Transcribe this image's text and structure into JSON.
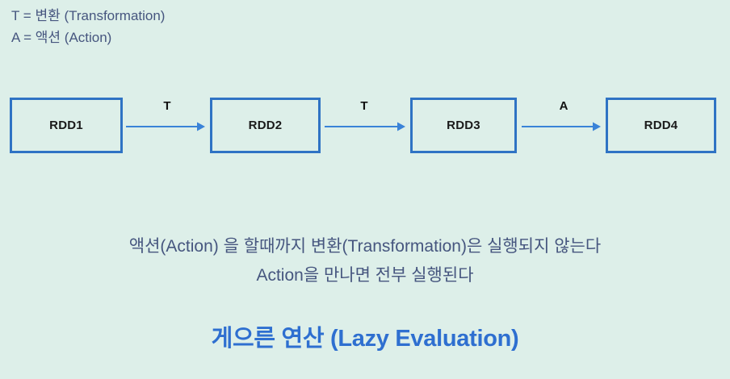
{
  "page": {
    "background_color": "#ddefe9",
    "text_color": "#46567f",
    "box_border_color": "#2f73c4",
    "arrow_color": "#3a83d8",
    "title_color": "#2e6fd0",
    "box_label_color": "#1a1a1a"
  },
  "legend": {
    "lines": [
      "T = 변환 (Transformation)",
      "A = 액션 (Action)"
    ]
  },
  "diagram": {
    "nodes": [
      {
        "label": "RDD1"
      },
      {
        "label": "RDD2"
      },
      {
        "label": "RDD3"
      },
      {
        "label": "RDD4"
      }
    ],
    "edges": [
      {
        "label": "T"
      },
      {
        "label": "T"
      },
      {
        "label": "A"
      }
    ]
  },
  "body": {
    "lines": [
      "액션(Action) 을 할때까지 변환(Transformation)은 실행되지 않는다",
      "Action을 만나면 전부 실행된다"
    ]
  },
  "title": {
    "text": "게으른 연산 (Lazy Evaluation)"
  }
}
